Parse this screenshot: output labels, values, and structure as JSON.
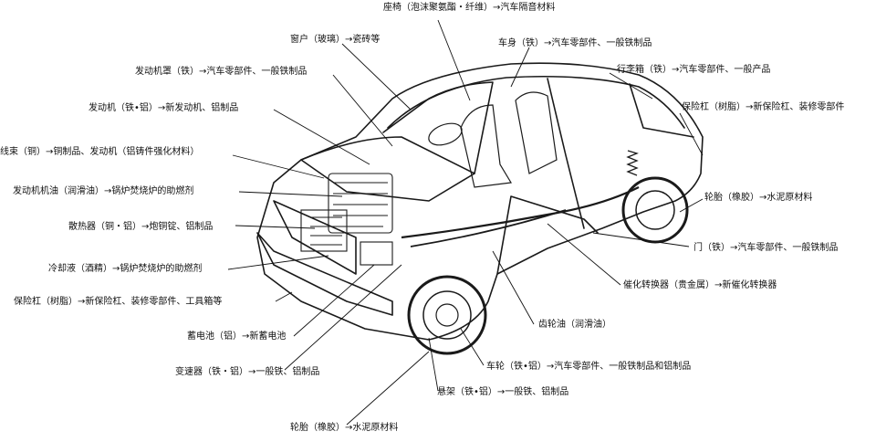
{
  "labels": {
    "seat": "座椅（泡沫聚氨酯・纤维）→汽车隔音材料",
    "window": "窗户（玻璃）→瓷砖等",
    "body": "车身（铁）→汽车零部件、一般铁制品",
    "hood": "发动机罩（铁）→汽车零部件、一般铁制品",
    "trunk": "行李箱（铁）→汽车零部件、一般产品",
    "engine": "发动机（铁•铝）→新发动机、铝制品",
    "rear_bumper": "保险杠（树脂）→新保险杠、装修零部件",
    "harness": "线束（铜）→铜制品、发动机（铝铸件强化材料）",
    "engine_oil": "发动机机油（润滑油）→锅炉焚烧炉的助燃剂",
    "rear_tire": "轮胎（橡胶）→水泥原材料",
    "radiator": "散热器（铜・铝）→炮铜锭、铝制品",
    "door": "门（铁）→汽车零部件、一般铁制品",
    "coolant": "冷却液（酒精）→锅炉焚烧炉的助燃剂",
    "catalyst": "催化转换器（贵金属）→新催化转换器",
    "front_bumper": "保险杠（树脂）→新保险杠、装修零部件、工具箱等",
    "gear_oil": "齿轮油（润滑油）",
    "battery": "蓄电池（铝）→新蓄电池",
    "wheel": "车轮（铁•铝）→汽车零部件、一般铁制品和铝制品",
    "transmission": "变速器（铁・铝）→一般铁、铝制品",
    "suspension": "悬架（铁•铝）→一般铁、铝制品",
    "front_tire": "轮胎（橡胶）→水泥原材料"
  }
}
